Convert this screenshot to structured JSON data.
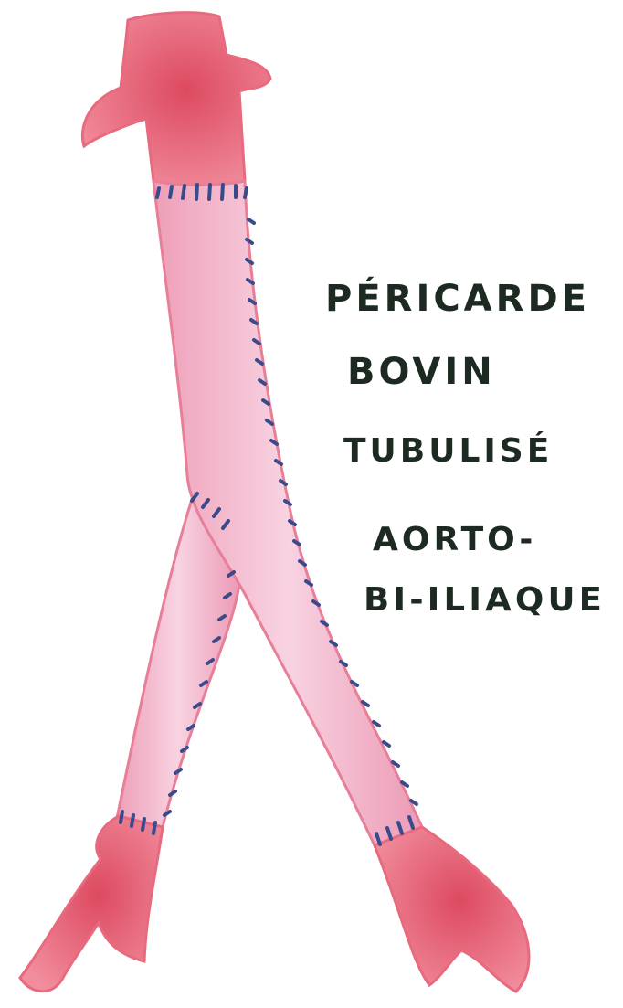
{
  "annotation": {
    "lines": [
      "PÉRICARDE",
      "BOVIN",
      "TUBULISÉ",
      "AORTO-",
      "BI-ILIAQUE"
    ]
  },
  "colors": {
    "artery": "#e4586c",
    "artery_light": "#f08a98",
    "graft": "#f2b8cc",
    "graft_edge": "#e77f98",
    "suture": "#3a4b8c",
    "ink": "#1d2a22"
  }
}
